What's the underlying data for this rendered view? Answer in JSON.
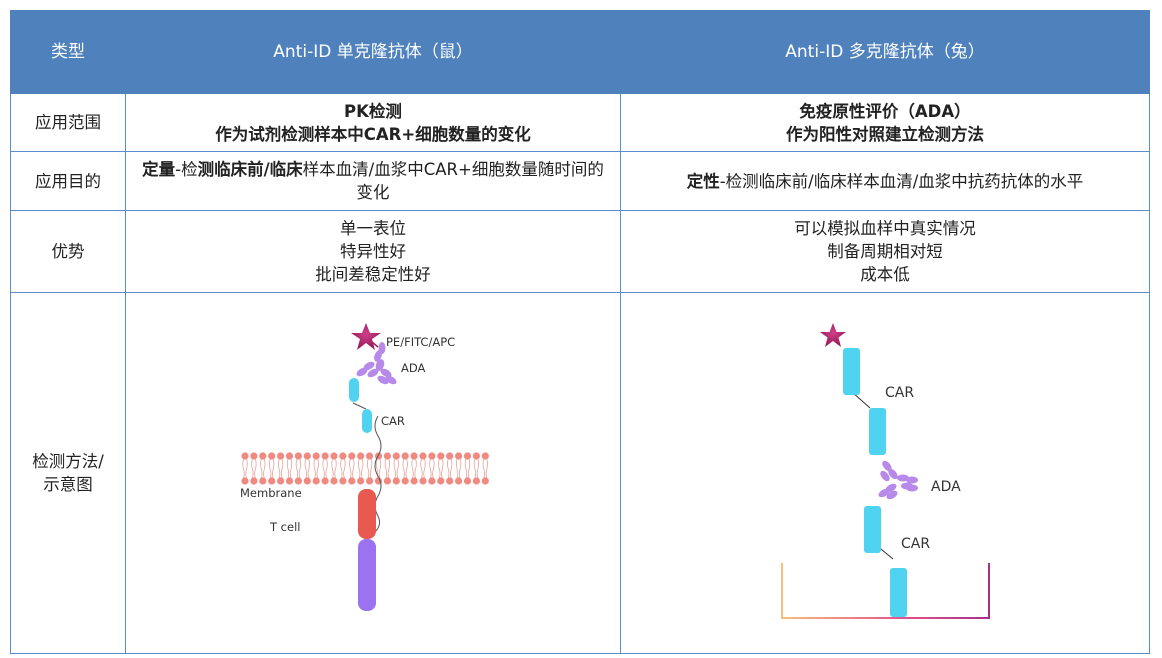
{
  "header": {
    "col_type": "类型",
    "col_mouse": "Anti-ID 单克隆抗体（鼠）",
    "col_rabbit": "Anti-ID 多克隆抗体（兔）"
  },
  "rows": {
    "application": {
      "label": "应用范围",
      "mouse": [
        "PK检测",
        "作为试剂检测样本中CAR+细胞数量的变化"
      ],
      "rabbit": [
        "免疫原性评价（ADA）",
        "作为阳性对照建立检测方法"
      ]
    },
    "purpose": {
      "label": "应用目的",
      "mouse_segments": [
        "定量",
        "-检",
        "测临床前/临床",
        "样本血清/血浆中CAR+细胞数量随时间的变化"
      ],
      "rabbit_segments": [
        "定性",
        "-检测临床前/临床样本血清/血浆中抗药抗体的水平"
      ]
    },
    "advantage": {
      "label": "优势",
      "mouse": [
        "单一表位",
        "特异性好",
        "批间差稳定性好"
      ],
      "rabbit": [
        "可以模拟血样中真实情况",
        "制备周期相对短",
        "成本低"
      ]
    },
    "method": {
      "label": [
        "检测方法/",
        "示意图"
      ],
      "mouse_diagram": {
        "fluor": "PE/FITC/APC",
        "ada": "ADA",
        "car": "CAR",
        "membrane": "Membrane",
        "tcell": "T cell"
      },
      "rabbit_diagram": {
        "car_top": "CAR",
        "ada": "ADA",
        "car_bottom": "CAR"
      }
    }
  },
  "colors": {
    "header": "#4f81bd",
    "border": "#5b8ccc",
    "car": "#4fd3f0",
    "star": "#b5296f",
    "ada": "#b07ee8",
    "membrane": "#f08a80",
    "tcell_red": "#e85a50",
    "tcell_purple": "#9b72f0"
  }
}
